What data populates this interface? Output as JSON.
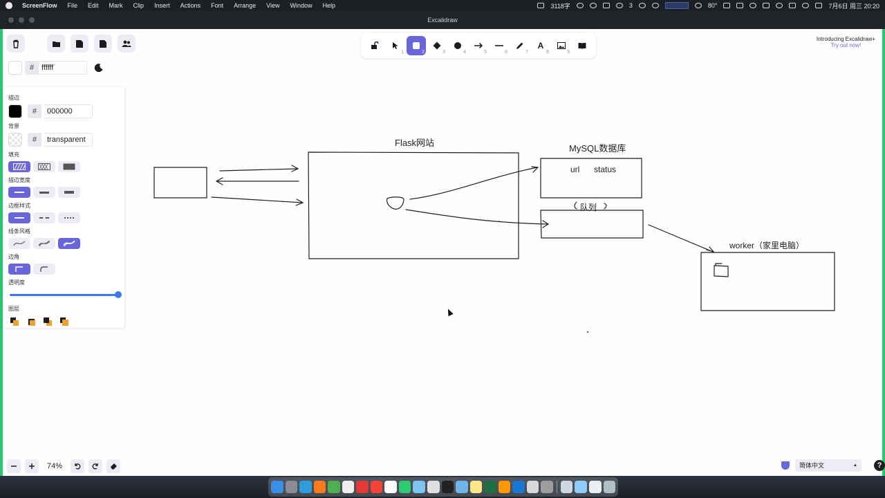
{
  "menubar": {
    "app_name": "ScreenFlow",
    "items": [
      "File",
      "Edit",
      "Mark",
      "Clip",
      "Insert",
      "Actions",
      "Font",
      "Arrange",
      "View",
      "Window",
      "Help"
    ],
    "word_count": "3118字",
    "chat_count": "3",
    "temperature": "80°",
    "datetime": "7月6日 周三 20:20"
  },
  "window": {
    "title": "Excalidraw"
  },
  "canvas_bg": {
    "hex": "ffffff",
    "swatch_color": "#ffffff"
  },
  "props": {
    "stroke_title": "描边",
    "stroke_hex": "000000",
    "stroke_color": "#000000",
    "background_title": "背景",
    "background_hex": "transparent",
    "fill_title": "填充",
    "stroke_width_title": "描边宽度",
    "stroke_style_title": "边框样式",
    "sloppiness_title": "线条风格",
    "edges_title": "边角",
    "opacity_title": "透明度",
    "opacity_percent": 100,
    "layers_title": "图层"
  },
  "shape_tools": [
    {
      "name": "lock",
      "num": ""
    },
    {
      "name": "selection",
      "num": "1"
    },
    {
      "name": "rectangle",
      "num": "2"
    },
    {
      "name": "diamond",
      "num": "3"
    },
    {
      "name": "ellipse",
      "num": "4"
    },
    {
      "name": "arrow",
      "num": "5"
    },
    {
      "name": "line",
      "num": "6"
    },
    {
      "name": "pencil",
      "num": "7"
    },
    {
      "name": "text",
      "num": "8",
      "glyph": "A"
    },
    {
      "name": "image",
      "num": "9"
    },
    {
      "name": "library",
      "num": ""
    }
  ],
  "promo": {
    "line1": "Introducing Excalidraw+",
    "line2": "Try out now!"
  },
  "diagram": {
    "flask_label": "Flask网站",
    "mysql_label": "MySQL数据库",
    "url_label": "url",
    "status_label": "status",
    "queue_label": "队列",
    "worker_label": "worker（家里电脑）"
  },
  "footer": {
    "zoom": "74%",
    "language": "简体中文",
    "help": "?"
  },
  "accent_color": "#6965db"
}
